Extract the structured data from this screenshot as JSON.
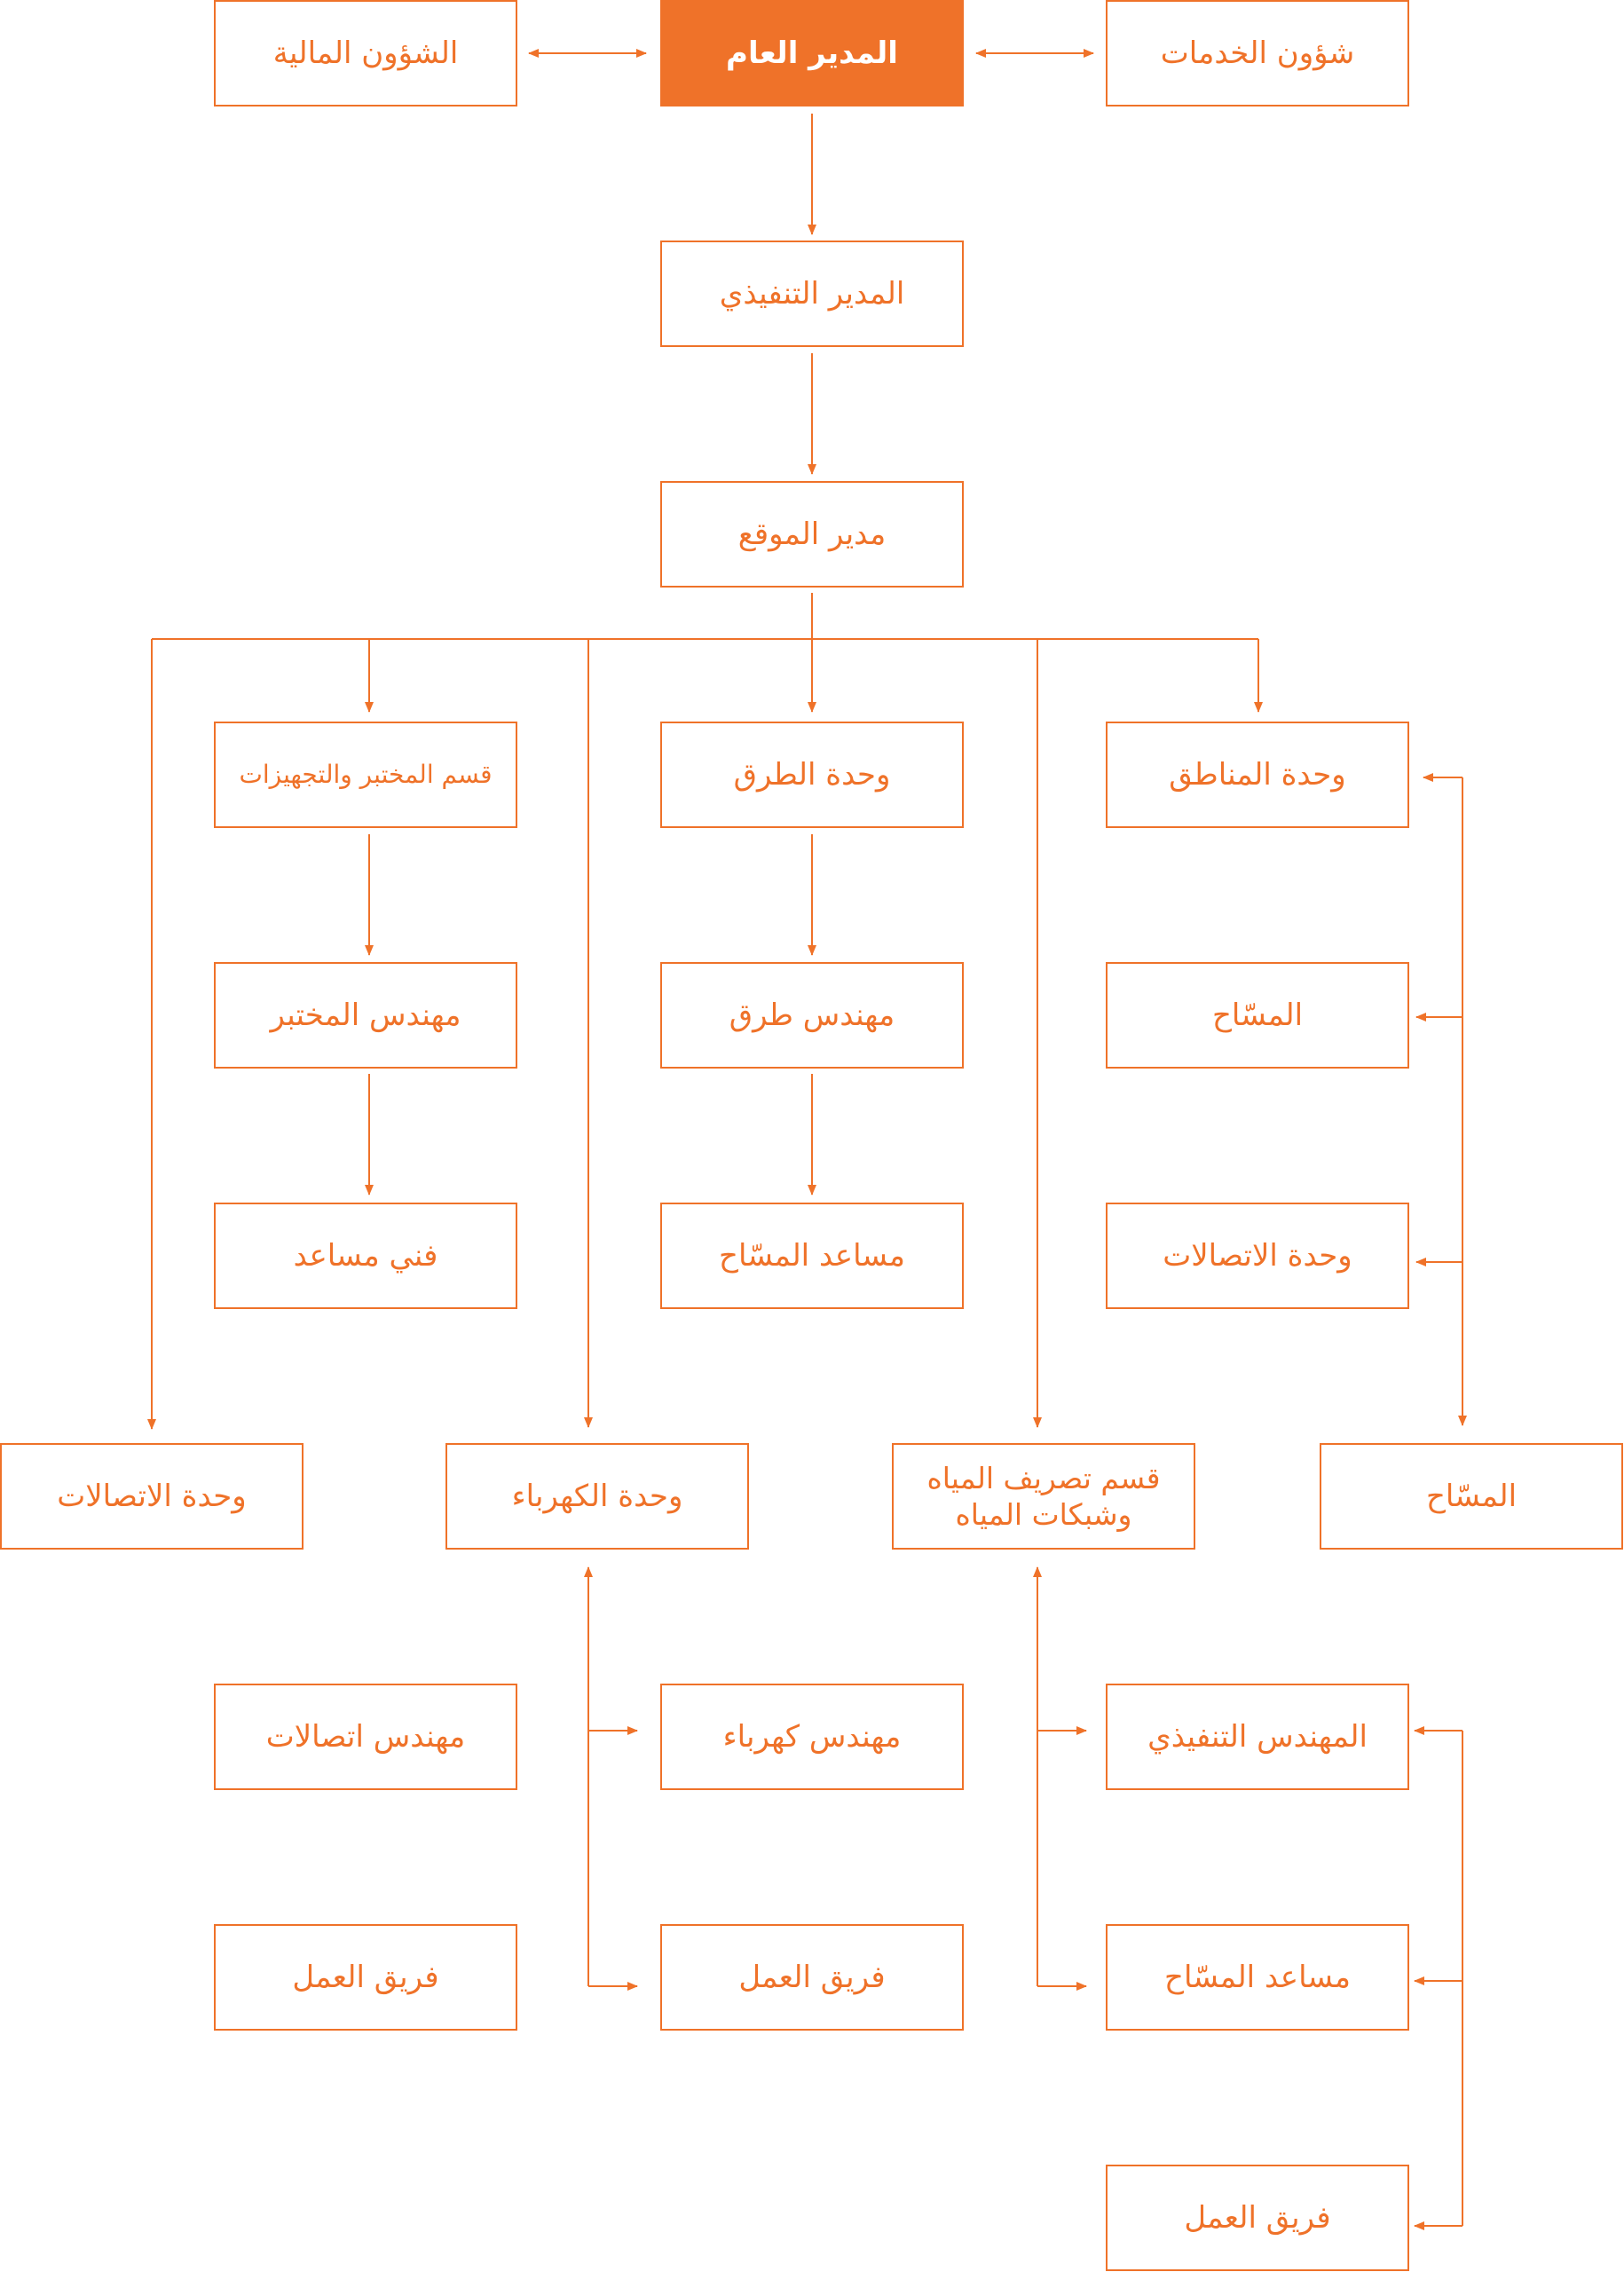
{
  "accent_color": "#ef7229",
  "nodes": {
    "general_manager": "المدير العام",
    "finance": "الشؤون المالية",
    "services": "شؤون الخدمات",
    "executive_manager": "المدير التنفيذي",
    "site_manager": "مدير الموقع",
    "lab_equipment_dept": "قسم المختبر والتجهيزات",
    "roads_unit": "وحدة الطرق",
    "areas_unit": "وحدة المناطق",
    "lab_engineer": "مهندس المختبر",
    "road_engineer": "مهندس طرق",
    "surveyor_1": "المسّاح",
    "assistant_technician": "فني مساعد",
    "assistant_surveyor_1": "مساعد المسّاح",
    "communications_unit_1": "وحدة الاتصالات",
    "communications_unit_2": "وحدة الاتصالات",
    "electricity_unit": "وحدة الكهرباء",
    "water_dept": "قسم تصريف المياه وشبكات المياه",
    "surveyor_2": "المسّاح",
    "communications_engineer": "مهندس اتصالات",
    "electrical_engineer": "مهندس كهرباء",
    "executive_engineer": "المهندس التنفيذي",
    "work_team_1": "فريق العمل",
    "work_team_2": "فريق العمل",
    "assistant_surveyor_2": "مساعد المسّاح",
    "work_team_3": "فريق العمل"
  }
}
